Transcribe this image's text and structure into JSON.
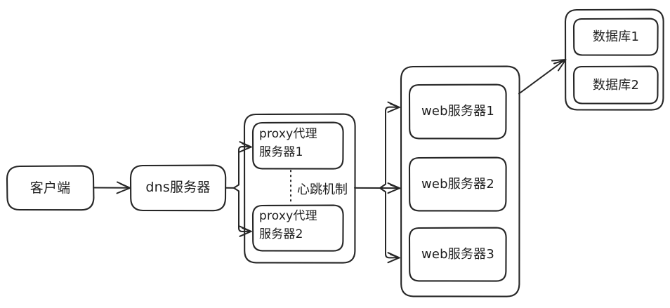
{
  "diagram": {
    "title": "web-architecture-diagram",
    "style": "hand-drawn",
    "stroke_color": "#262626",
    "background_color": "#ffffff",
    "nodes": {
      "client": {
        "label": "客户端"
      },
      "dns": {
        "label": "dns服务器"
      },
      "proxy_group": {
        "members": [
          {
            "line1": "proxy代理",
            "line2": "服务器1"
          },
          {
            "line1": "proxy代理",
            "line2": "服务器2"
          }
        ]
      },
      "web_group": {
        "members": [
          {
            "label": "web服务器1"
          },
          {
            "label": "web服务器2"
          },
          {
            "label": "web服务器3"
          }
        ]
      },
      "db_group": {
        "members": [
          {
            "label": "数据库1"
          },
          {
            "label": "数据库2"
          }
        ]
      }
    },
    "edges": {
      "heartbeat_label": "心跳机制"
    }
  }
}
